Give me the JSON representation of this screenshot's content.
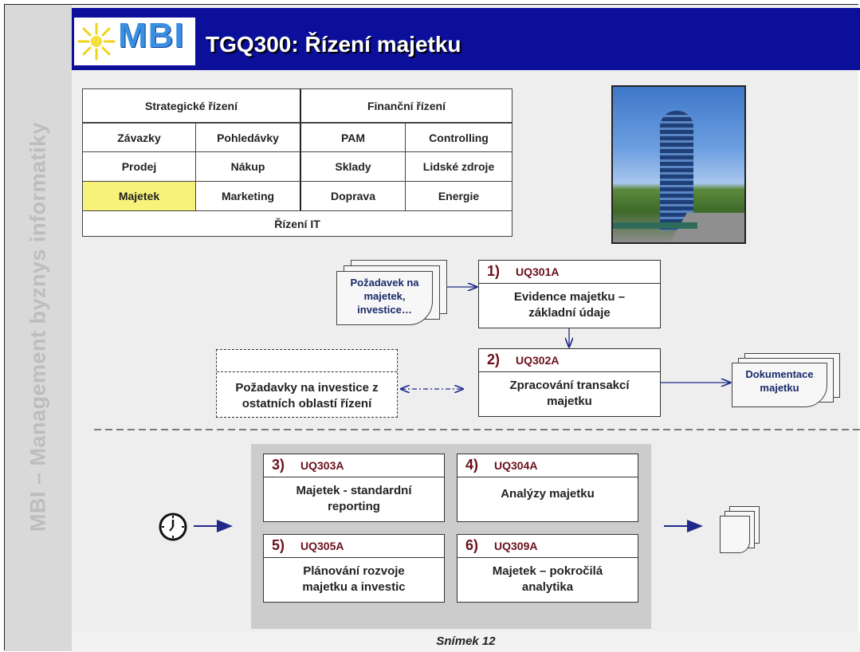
{
  "side_label": "MBI – Management byznys informatiky",
  "header": {
    "logo": "MBI",
    "title": "TGQ300: Řízení majetku"
  },
  "grid": {
    "row1": [
      "Strategické řízení",
      "Finanční řízení"
    ],
    "row2": [
      "Závazky",
      "Pohledávky",
      "PAM",
      "Controlling"
    ],
    "row3": [
      "Prodej",
      "Nákup",
      "Sklady",
      "Lidské zdroje"
    ],
    "row4": [
      "Majetek",
      "Marketing",
      "Doprava",
      "Energie"
    ],
    "row5": "Řízení IT",
    "highlight_color": "#f6f27a"
  },
  "input_doc": {
    "line1": "Požadavek na",
    "line2": "majetek,",
    "line3": "investice…"
  },
  "steps": [
    {
      "num": "1)",
      "code": "UQ301A",
      "line1": "Evidence majetku –",
      "line2": "základní údaje"
    },
    {
      "num": "2)",
      "code": "UQ302A",
      "line1": "Zpracování transakcí",
      "line2": "majetku"
    },
    {
      "num": "3)",
      "code": "UQ303A",
      "line1": "Majetek - standardní",
      "line2": "reporting"
    },
    {
      "num": "4)",
      "code": "UQ304A",
      "line1": "Analýzy majetku",
      "line2": ""
    },
    {
      "num": "5)",
      "code": "UQ305A",
      "line1": "Plánování rozvoje",
      "line2": "majetku a investic"
    },
    {
      "num": "6)",
      "code": "UQ309A",
      "line1": "Majetek – pokročilá",
      "line2": "analytika"
    }
  ],
  "other_requests": {
    "line1": "Požadavky na investice z",
    "line2": "ostatních oblastí řízení"
  },
  "output_doc": {
    "line1": "Dokumentace",
    "line2": "majetku"
  },
  "footer": {
    "slide": "Snímek  12"
  },
  "colors": {
    "header_bg": "#0b0f9a",
    "code_color": "#6b0f1a",
    "arrow_color": "#1f2a8a"
  }
}
